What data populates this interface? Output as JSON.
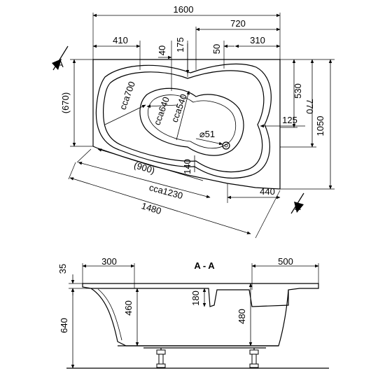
{
  "plan": {
    "overall_width": "1600",
    "right_span": "720",
    "left_offset": "410",
    "gap_40": "40",
    "gap_175": "175",
    "gap_50": "50",
    "right_310": "310",
    "height_670": "(670)",
    "height_530": "530",
    "height_770": "770",
    "height_1050": "1050",
    "offset_125": "125",
    "diag_900": "(900)",
    "diag_1230": "cca1230",
    "diag_1480": "1480",
    "bottom_440": "440",
    "depth_140": "140",
    "radius_700": "cca700",
    "radius_640": "cca640",
    "radius_540": "cca540",
    "drain": "⌀51",
    "section_mark": "A"
  },
  "section": {
    "title": "A - A",
    "rim_35": "35",
    "left_300": "300",
    "right_500": "500",
    "depth_460": "460",
    "depth_180": "180",
    "depth_480": "480",
    "total_640": "640"
  }
}
